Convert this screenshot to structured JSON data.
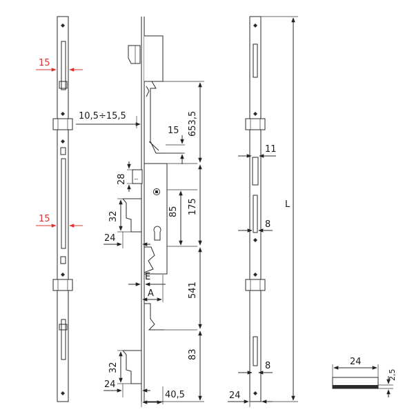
{
  "colors": {
    "line": "#2a2a2a",
    "highlight": "#e0322f",
    "background": "#ffffff"
  },
  "dimensions": {
    "strip_width_top": "15",
    "strip_width_mid": "15",
    "backset_range": "10,5÷15,5",
    "top_offset": "653,5",
    "hook_height": "15",
    "faceplate_width": "11",
    "deadbolt_height": "28",
    "handle_to_cylinder": "85",
    "center_to_hook": "175",
    "latch_height_upper": "32",
    "latch_depth_upper": "24",
    "center_to_bottom_hook": "541",
    "dim_E": "E",
    "dim_A": "A",
    "side_length": "L",
    "slot_width_upper": "8",
    "latch_height_lower": "32",
    "latch_depth_lower": "24",
    "bottom_offset": "83",
    "slot_width_lower": "8",
    "case_depth": "40,5",
    "side_depth": "24",
    "section_width": "24",
    "section_thickness": "2,5"
  }
}
